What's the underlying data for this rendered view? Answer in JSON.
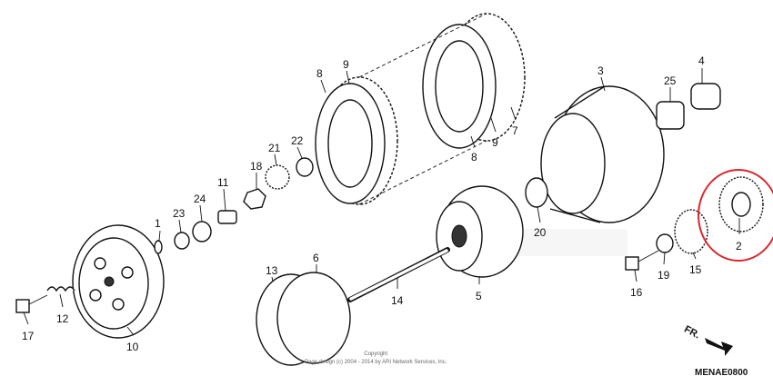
{
  "diagram": {
    "callouts": [
      "1",
      "2",
      "3",
      "4",
      "5",
      "6",
      "7",
      "8",
      "9",
      "10",
      "11",
      "12",
      "13",
      "14",
      "15",
      "16",
      "17",
      "18",
      "19",
      "20",
      "21",
      "22",
      "23",
      "24",
      "25"
    ],
    "highlight_color": "#d9262c",
    "highlighted_part": "2",
    "copyright_line1": "Copyright",
    "copyright_line2": "Page design (c) 2004 - 2014 by ARI Network Services, Inc.",
    "diagram_code": "MENAE0800",
    "direction_label": "FR."
  }
}
